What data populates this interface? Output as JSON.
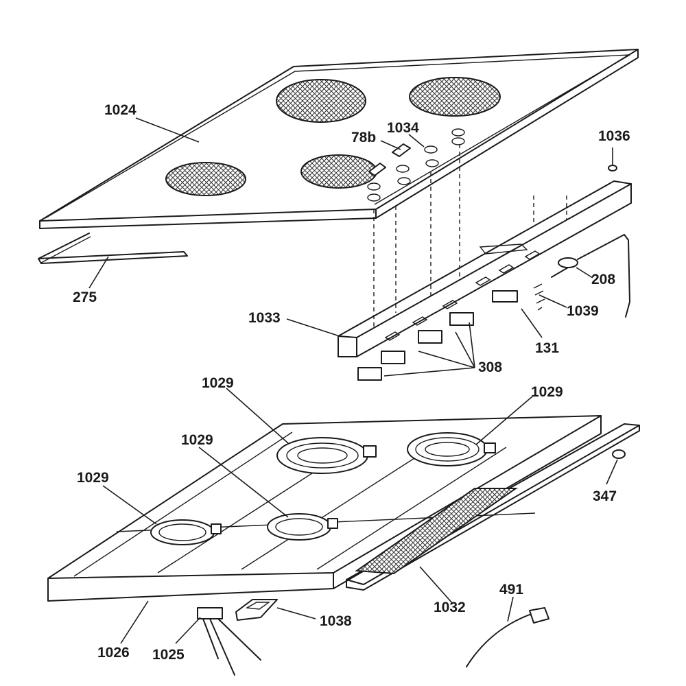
{
  "diagram": {
    "labels": {
      "l1024": "1024",
      "l78b": "78b",
      "l1034": "1034",
      "l1036": "1036",
      "l275": "275",
      "l208": "208",
      "l1039": "1039",
      "l1033": "1033",
      "l131": "131",
      "l308": "308",
      "l1029a": "1029",
      "l1029b": "1029",
      "l1029c": "1029",
      "l1029d": "1029",
      "l347": "347",
      "l491": "491",
      "l1032": "1032",
      "l1038": "1038",
      "l1026": "1026",
      "l1025": "1025"
    }
  }
}
